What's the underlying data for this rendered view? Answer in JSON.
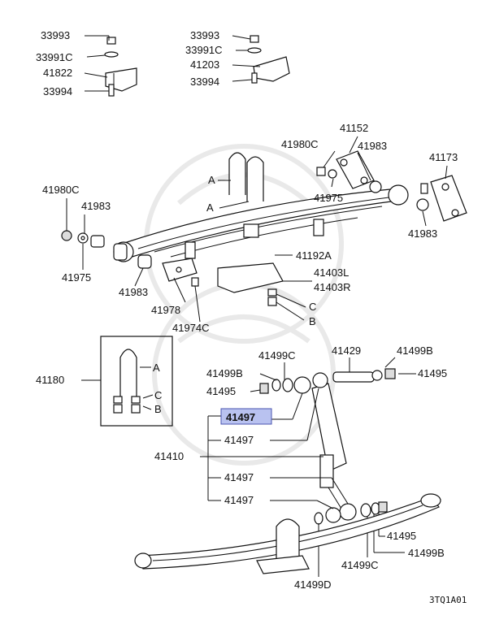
{
  "diagram": {
    "code": "3TQ1A01",
    "highlighted_part": "41497",
    "labels": {
      "p33993a": "33993",
      "p33991ca": "33991C",
      "p41822": "41822",
      "p33994a": "33994",
      "p33993b": "33993",
      "p33991cb": "33991C",
      "p41203": "41203",
      "p33994b": "33994",
      "p41152": "41152",
      "p41980c_r": "41980C",
      "p41983_r": "41983",
      "p41173": "41173",
      "pA1": "A",
      "pA2": "A",
      "p41975_r": "41975",
      "p41983_rr": "41983",
      "p41980c_l": "41980C",
      "p41983_l": "41983",
      "p41975_l": "41975",
      "p41983_l2": "41983",
      "p41978": "41978",
      "p41974c": "41974C",
      "p41192a": "41192A",
      "p41403l": "41403L",
      "p41403r": "41403R",
      "pC1": "C",
      "pB1": "B",
      "p41180": "41180",
      "pA3": "A",
      "pC2": "C",
      "pB2": "B",
      "p41499c_t": "41499C",
      "p41429": "41429",
      "p41499b_t": "41499B",
      "p41499b_l": "41499B",
      "p41495_r": "41495",
      "p41495_l": "41495",
      "p41497_hl": "41497",
      "p41497_2": "41497",
      "p41410": "41410",
      "p41497_3": "41497",
      "p41497_4": "41497",
      "p41495_b": "41495",
      "p41499c_b": "41499C",
      "p41499b_b": "41499B",
      "p41499d": "41499D"
    }
  }
}
